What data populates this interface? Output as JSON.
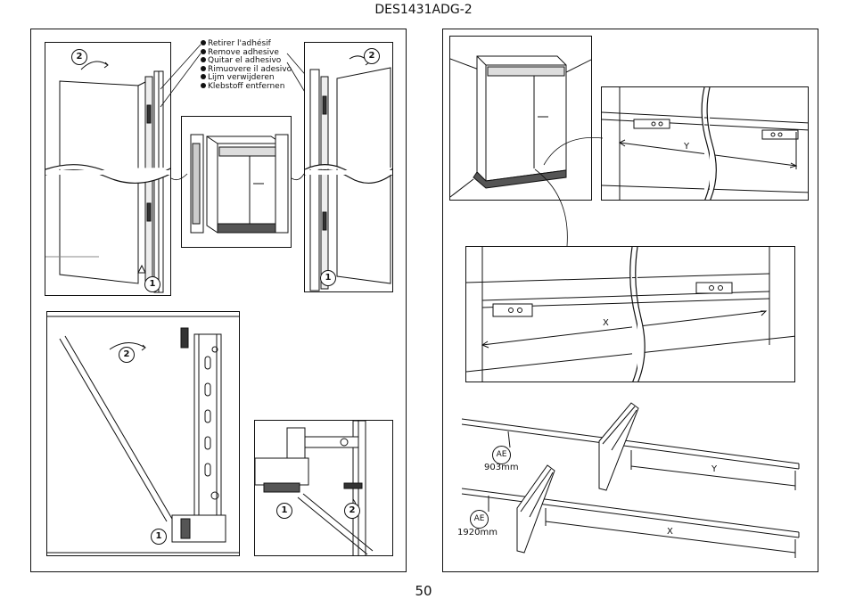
{
  "document": {
    "title": "DES1431ADG-2",
    "page_number": "50"
  },
  "adhesive_instructions": [
    "Retirer l'adhésif",
    "Remove adhesive",
    "Quitar el adhesivo",
    "Rimuovere il adesivo",
    "Lijm verwijderen",
    "Klebstoff entfernen"
  ],
  "steps": {
    "one": "1",
    "two": "2"
  },
  "dimensions": {
    "x": "X",
    "y": "Y"
  },
  "parts": [
    {
      "code": "AE",
      "length": "903mm"
    },
    {
      "code": "AE",
      "length": "1920mm"
    }
  ]
}
